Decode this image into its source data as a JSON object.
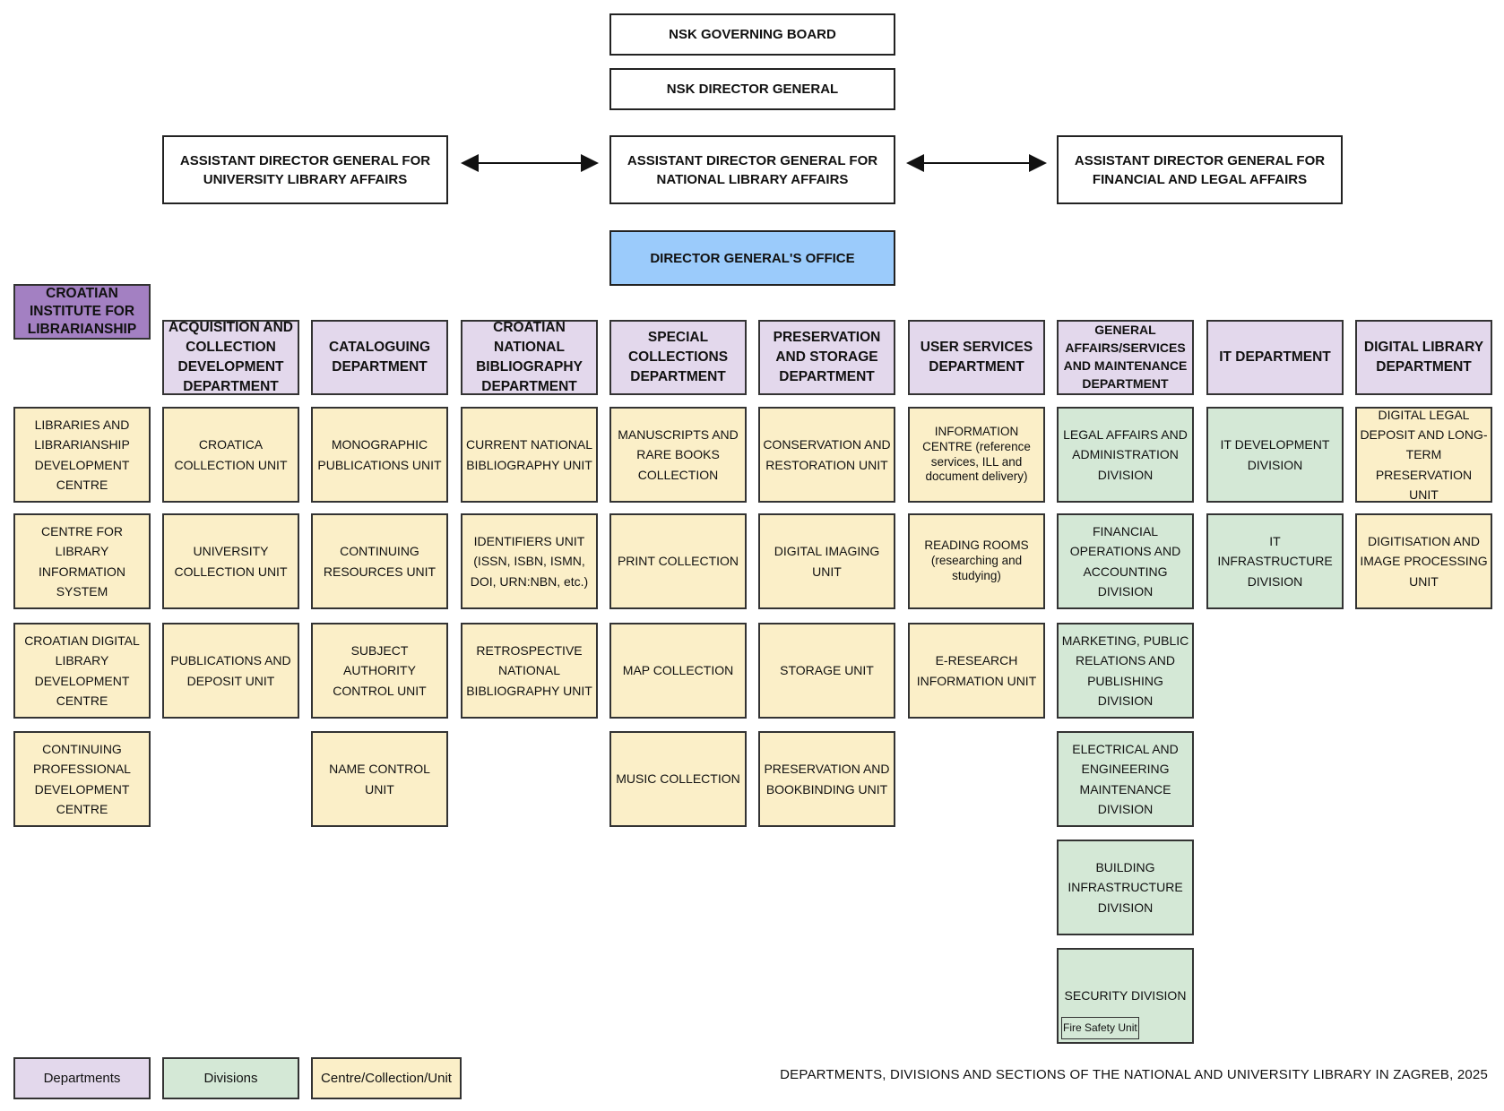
{
  "board": "NSK  GOVERNING BOARD",
  "director_general": "NSK DIRECTOR GENERAL",
  "assistants": [
    "ASSISTANT DIRECTOR GENERAL FOR UNIVERSITY LIBRARY AFFAIRS",
    "ASSISTANT DIRECTOR GENERAL FOR NATIONAL LIBRARY AFFAIRS",
    "ASSISTANT DIRECTOR GENERAL FOR FINANCIAL AND LEGAL AFFAIRS"
  ],
  "office": "DIRECTOR GENERAL'S OFFICE",
  "institute": {
    "name": "CROATIAN INSTITUTE FOR LIBRARIANSHIP",
    "units": [
      "LIBRARIES AND LIBRARIANSHIP DEVELOPMENT CENTRE",
      "CENTRE FOR LIBRARY INFORMATION SYSTEM",
      "CROATIAN DIGITAL LIBRARY DEVELOPMENT CENTRE",
      "CONTINUING PROFESSIONAL DEVELOPMENT CENTRE"
    ]
  },
  "departments": [
    {
      "name": "ACQUISITION AND COLLECTION DEVELOPMENT DEPARTMENT",
      "units": [
        "CROATICA COLLECTION UNIT",
        "UNIVERSITY COLLECTION UNIT",
        "PUBLICATIONS AND DEPOSIT UNIT"
      ]
    },
    {
      "name": "CATALOGUING DEPARTMENT",
      "units": [
        "MONOGRAPHIC PUBLICATIONS UNIT",
        "CONTINUING RESOURCES UNIT",
        "SUBJECT AUTHORITY CONTROL UNIT",
        "NAME CONTROL UNIT"
      ]
    },
    {
      "name": "CROATIAN NATIONAL BIBLIOGRAPHY DEPARTMENT",
      "units": [
        "CURRENT NATIONAL BIBLIOGRAPHY UNIT",
        "IDENTIFIERS UNIT (ISSN, ISBN, ISMN, DOI, URN:NBN, etc.)",
        "RETROSPECTIVE NATIONAL BIBLIOGRAPHY UNIT"
      ]
    },
    {
      "name": "SPECIAL COLLECTIONS DEPARTMENT",
      "units": [
        "MANUSCRIPTS AND RARE BOOKS COLLECTION",
        "PRINT COLLECTION",
        "MAP COLLECTION",
        "MUSIC COLLECTION"
      ]
    },
    {
      "name": "PRESERVATION AND STORAGE DEPARTMENT",
      "units": [
        "CONSERVATION AND RESTORATION UNIT",
        "DIGITAL IMAGING UNIT",
        "STORAGE UNIT",
        "PRESERVATION AND BOOKBINDING UNIT"
      ]
    },
    {
      "name": "USER SERVICES DEPARTMENT",
      "units": [
        "INFORMATION CENTRE (reference services, ILL and document delivery)",
        "READING ROOMS (researching and studying)",
        "E-RESEARCH INFORMATION UNIT"
      ]
    },
    {
      "name": "GENERAL AFFAIRS/SERVICES AND MAINTENANCE DEPARTMENT",
      "units": [
        "LEGAL AFFAIRS AND ADMINISTRATION DIVISION",
        "FINANCIAL OPERATIONS AND ACCOUNTING DIVISION",
        "MARKETING, PUBLIC RELATIONS AND PUBLISHING DIVISION",
        "ELECTRICAL AND ENGINEERING MAINTENANCE DIVISION",
        "BUILDING INFRASTRUCTURE DIVISION",
        "SECURITY DIVISION"
      ],
      "sub_unit": "Fire Safety Unit"
    },
    {
      "name": "IT DEPARTMENT",
      "units": [
        "IT DEVELOPMENT DIVISION",
        "IT INFRASTRUCTURE DIVISION"
      ]
    },
    {
      "name": "DIGITAL LIBRARY DEPARTMENT",
      "units": [
        "DIGITAL LEGAL DEPOSIT AND LONG-TERM PRESERVATION UNIT",
        "DIGITISATION AND IMAGE PROCESSING UNIT"
      ]
    }
  ],
  "legend": {
    "departments": "Departments",
    "divisions": "Divisions",
    "units": "Centre/Collection/Unit",
    "colors": {
      "departments": "#e3d8ec",
      "divisions": "#d4e8d6",
      "units": "#fbefc8",
      "institute": "#a380c2",
      "office": "#9bcbfb"
    }
  },
  "caption": "DEPARTMENTS, DIVISIONS AND SECTIONS OF THE NATIONAL AND UNIVERSITY LIBRARY IN ZAGREB, 2025"
}
